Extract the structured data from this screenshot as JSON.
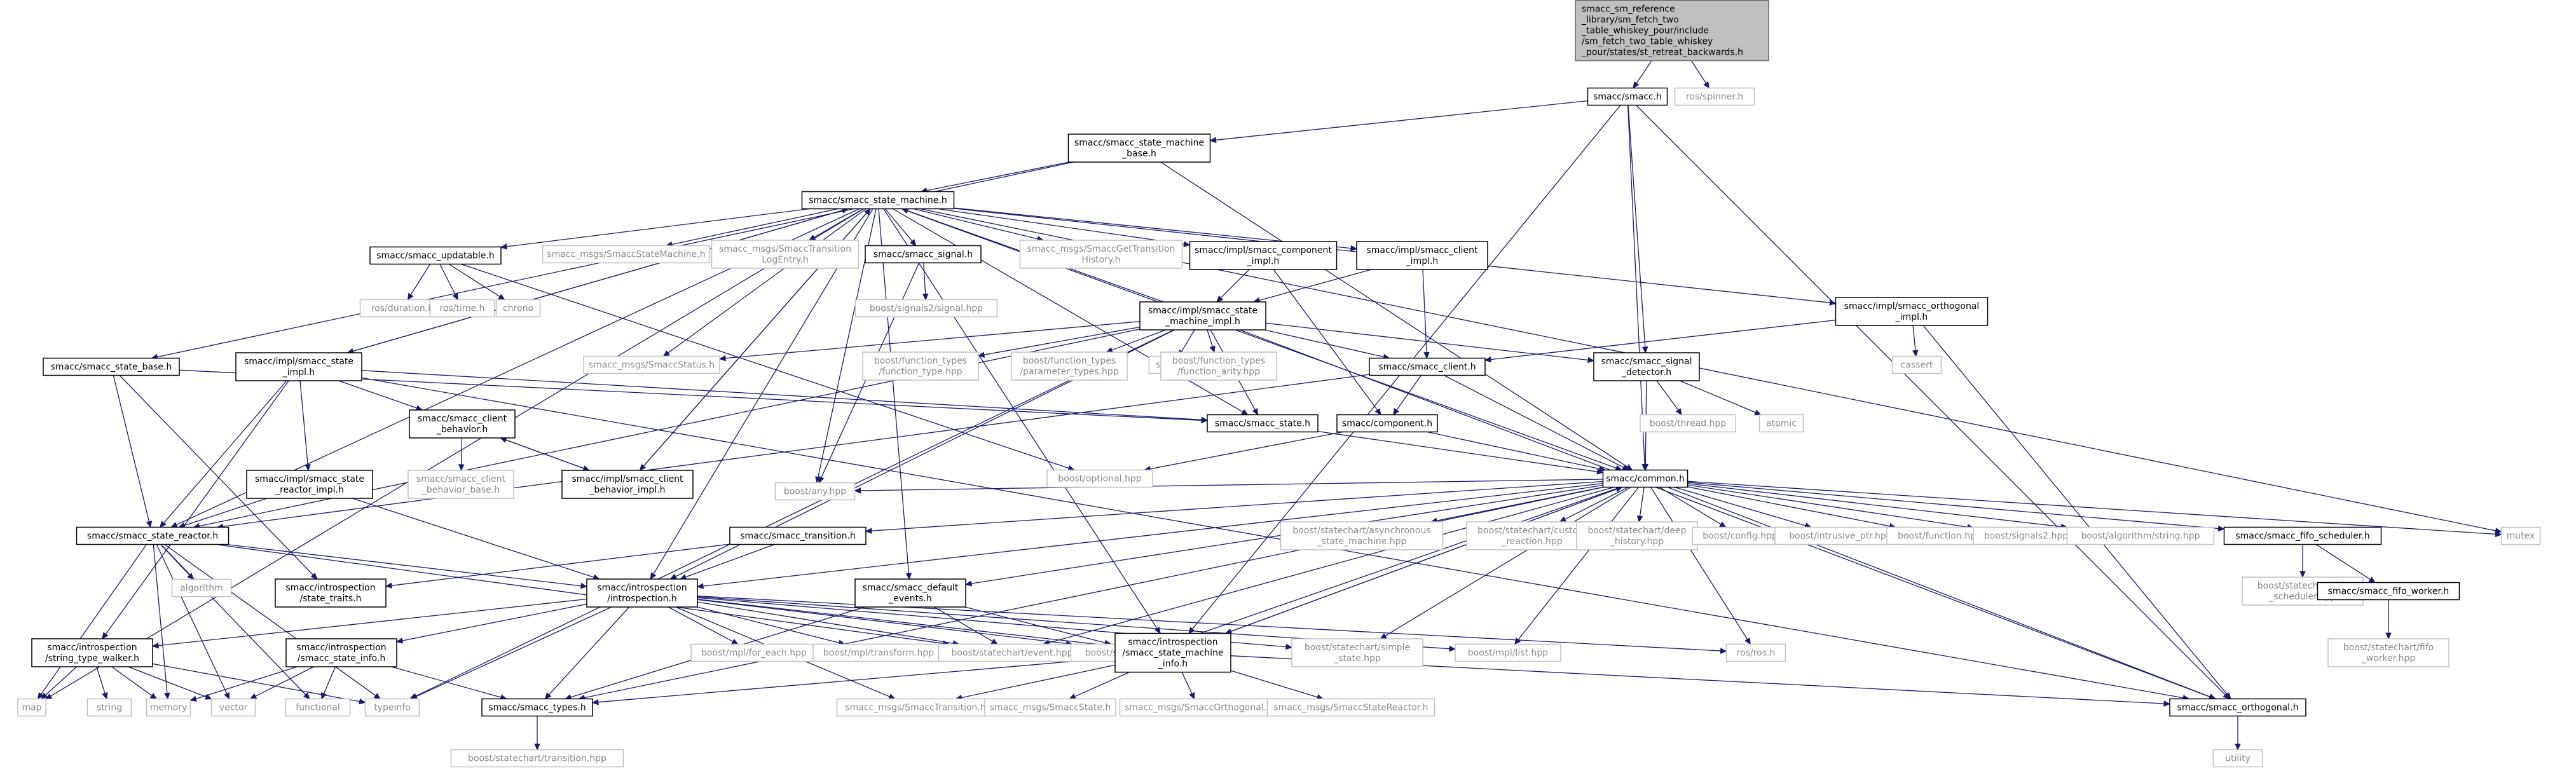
{
  "colors": {
    "edge": "#191970",
    "node_border": "#000000",
    "external_border": "#bfbfbf",
    "external_text": "#8a8a8a",
    "root_fill": "#bfbfbf"
  },
  "nodes": [
    {
      "id": "root",
      "kind": "root",
      "label": "smacc_sm_reference\n_library/sm_fetch_two\n_table_whiskey_pour/include\n/sm_fetch_two_table_whiskey\n_pour/states/st_retreat_backwards.h"
    },
    {
      "id": "smacc_h",
      "kind": "local",
      "label": "smacc/smacc.h"
    },
    {
      "id": "ros_spinner",
      "kind": "external",
      "label": "ros/spinner.h"
    },
    {
      "id": "sm_base",
      "kind": "local",
      "label": "smacc/smacc_state_machine\n_base.h"
    },
    {
      "id": "sm_h",
      "kind": "local",
      "label": "smacc/smacc_state_machine.h"
    },
    {
      "id": "updatable",
      "kind": "local",
      "label": "smacc/smacc_updatable.h"
    },
    {
      "id": "msg_sm",
      "kind": "external",
      "label": "smacc_msgs/SmaccStateMachine.h"
    },
    {
      "id": "msg_tle",
      "kind": "external",
      "label": "smacc_msgs/SmaccTransition\nLogEntry.h"
    },
    {
      "id": "signal",
      "kind": "local",
      "label": "smacc/smacc_signal.h"
    },
    {
      "id": "msg_gth",
      "kind": "external",
      "label": "smacc_msgs/SmaccGetTransition\nHistory.h"
    },
    {
      "id": "comp_impl",
      "kind": "local",
      "label": "smacc/impl/smacc_component\n_impl.h"
    },
    {
      "id": "client_impl",
      "kind": "local",
      "label": "smacc/impl/smacc_client\n_impl.h"
    },
    {
      "id": "orth_impl",
      "kind": "local",
      "label": "smacc/impl/smacc_orthogonal\n_impl.h"
    },
    {
      "id": "ros_duration",
      "kind": "external",
      "label": "ros/duration.h"
    },
    {
      "id": "ros_time",
      "kind": "external",
      "label": "ros/time.h"
    },
    {
      "id": "chrono",
      "kind": "external",
      "label": "chrono"
    },
    {
      "id": "signals2_signal",
      "kind": "external",
      "label": "boost/signals2/signal.hpp"
    },
    {
      "id": "sm_impl",
      "kind": "local",
      "label": "smacc/impl/smacc_state\n_machine_impl.h"
    },
    {
      "id": "msg_status",
      "kind": "external",
      "label": "smacc_msgs/SmaccStatus.h"
    },
    {
      "id": "ft_type",
      "kind": "external",
      "label": "boost/function_types\n/function_type.hpp"
    },
    {
      "id": "ft_param",
      "kind": "external",
      "label": "boost/function_types\n/parameter_types.hpp"
    },
    {
      "id": "sstream",
      "kind": "external",
      "label": "sstream"
    },
    {
      "id": "ft_arity",
      "kind": "external",
      "label": "boost/function_types\n/function_arity.hpp"
    },
    {
      "id": "client_h",
      "kind": "local",
      "label": "smacc/smacc_client.h"
    },
    {
      "id": "sig_det",
      "kind": "local",
      "label": "smacc/smacc_signal\n_detector.h"
    },
    {
      "id": "cassert",
      "kind": "external",
      "label": "cassert"
    },
    {
      "id": "state_base",
      "kind": "local",
      "label": "smacc/smacc_state_base.h"
    },
    {
      "id": "state_impl",
      "kind": "local",
      "label": "smacc/impl/smacc_state\n_impl.h"
    },
    {
      "id": "cb_h",
      "kind": "local",
      "label": "smacc/smacc_client\n_behavior.h"
    },
    {
      "id": "state_h",
      "kind": "local",
      "label": "smacc/smacc_state.h"
    },
    {
      "id": "component_h",
      "kind": "local",
      "label": "smacc/component.h"
    },
    {
      "id": "thread",
      "kind": "external",
      "label": "boost/thread.hpp"
    },
    {
      "id": "atomic",
      "kind": "external",
      "label": "atomic"
    },
    {
      "id": "cb_base",
      "kind": "external",
      "label": "smacc/smacc_client\n_behavior_base.h"
    },
    {
      "id": "cb_impl",
      "kind": "local",
      "label": "smacc/impl/smacc_client\n_behavior_impl.h"
    },
    {
      "id": "optional",
      "kind": "external",
      "label": "boost/optional.hpp"
    },
    {
      "id": "common",
      "kind": "local",
      "label": "smacc/common.h"
    },
    {
      "id": "sr_impl",
      "kind": "local",
      "label": "smacc/impl/smacc_state\n_reactor_impl.h"
    },
    {
      "id": "any",
      "kind": "external",
      "label": "boost/any.hpp"
    },
    {
      "id": "transition_h",
      "kind": "local",
      "label": "smacc/smacc_transition.h"
    },
    {
      "id": "async_sm",
      "kind": "external",
      "label": "boost/statechart/asynchronous\n_state_machine.hpp"
    },
    {
      "id": "custom_reaction",
      "kind": "external",
      "label": "boost/statechart/custom\n_reaction.hpp"
    },
    {
      "id": "deep_history",
      "kind": "external",
      "label": "boost/statechart/deep\n_history.hpp"
    },
    {
      "id": "config",
      "kind": "external",
      "label": "boost/config.hpp"
    },
    {
      "id": "intrusive",
      "kind": "external",
      "label": "boost/intrusive_ptr.hpp"
    },
    {
      "id": "function",
      "kind": "external",
      "label": "boost/function.hpp"
    },
    {
      "id": "signals2",
      "kind": "external",
      "label": "boost/signals2.hpp"
    },
    {
      "id": "algo_string",
      "kind": "external",
      "label": "boost/algorithm/string.hpp"
    },
    {
      "id": "fifo_sched",
      "kind": "local",
      "label": "smacc/smacc_fifo_scheduler.h"
    },
    {
      "id": "mutex",
      "kind": "external",
      "label": "mutex"
    },
    {
      "id": "state_reactor",
      "kind": "local",
      "label": "smacc/smacc_state_reactor.h"
    },
    {
      "id": "algorithm",
      "kind": "external",
      "label": "algorithm"
    },
    {
      "id": "state_traits",
      "kind": "local",
      "label": "smacc/introspection\n/state_traits.h"
    },
    {
      "id": "introspection",
      "kind": "local",
      "label": "smacc/introspection\n/introspection.h"
    },
    {
      "id": "default_events",
      "kind": "local",
      "label": "smacc/smacc_default\n_events.h"
    },
    {
      "id": "sc_fifo_sched",
      "kind": "external",
      "label": "boost/statechart/fifo\n_scheduler.hpp"
    },
    {
      "id": "fifo_worker",
      "kind": "local",
      "label": "smacc/smacc_fifo_worker.h"
    },
    {
      "id": "stw",
      "kind": "local",
      "label": "smacc/introspection\n/string_type_walker.h"
    },
    {
      "id": "state_info",
      "kind": "local",
      "label": "smacc/introspection\n/smacc_state_info.h"
    },
    {
      "id": "for_each",
      "kind": "external",
      "label": "boost/mpl/for_each.hpp"
    },
    {
      "id": "transform",
      "kind": "external",
      "label": "boost/mpl/transform.hpp"
    },
    {
      "id": "sc_event",
      "kind": "external",
      "label": "boost/statechart/event.hpp"
    },
    {
      "id": "sc_state",
      "kind": "external",
      "label": "boost/statechart/state.hpp"
    },
    {
      "id": "sm_info",
      "kind": "local",
      "label": "smacc/introspection\n/smacc_state_machine\n_info.h"
    },
    {
      "id": "simple_state",
      "kind": "external",
      "label": "boost/statechart/simple\n_state.hpp"
    },
    {
      "id": "mpl_list",
      "kind": "external",
      "label": "boost/mpl/list.hpp"
    },
    {
      "id": "ros_ros",
      "kind": "external",
      "label": "ros/ros.h"
    },
    {
      "id": "sc_fifo_worker",
      "kind": "external",
      "label": "boost/statechart/fifo\n_worker.hpp"
    },
    {
      "id": "map",
      "kind": "external",
      "label": "map"
    },
    {
      "id": "string",
      "kind": "external",
      "label": "string"
    },
    {
      "id": "memory",
      "kind": "external",
      "label": "memory"
    },
    {
      "id": "vector",
      "kind": "external",
      "label": "vector"
    },
    {
      "id": "functional",
      "kind": "external",
      "label": "functional"
    },
    {
      "id": "typeinfo",
      "kind": "external",
      "label": "typeinfo"
    },
    {
      "id": "types_h",
      "kind": "local",
      "label": "smacc/smacc_types.h"
    },
    {
      "id": "msg_transition",
      "kind": "external",
      "label": "smacc_msgs/SmaccTransition.h"
    },
    {
      "id": "msg_state",
      "kind": "external",
      "label": "smacc_msgs/SmaccState.h"
    },
    {
      "id": "msg_orth",
      "kind": "external",
      "label": "smacc_msgs/SmaccOrthogonal.h"
    },
    {
      "id": "msg_sr",
      "kind": "external",
      "label": "smacc_msgs/SmaccStateReactor.h"
    },
    {
      "id": "orthogonal_h",
      "kind": "local",
      "label": "smacc/smacc_orthogonal.h"
    },
    {
      "id": "sc_transition",
      "kind": "external",
      "label": "boost/statechart/transition.hpp"
    },
    {
      "id": "utility",
      "kind": "external",
      "label": "utility"
    }
  ],
  "edges": [
    [
      "root",
      "smacc_h"
    ],
    [
      "root",
      "ros_spinner"
    ],
    [
      "smacc_h",
      "sm_base"
    ],
    [
      "smacc_h",
      "common"
    ],
    [
      "smacc_h",
      "sig_det"
    ],
    [
      "smacc_h",
      "orthogonal_h"
    ],
    [
      "smacc_h",
      "sm_info"
    ],
    [
      "sm_base",
      "sm_h"
    ],
    [
      "sm_base",
      "state_base"
    ],
    [
      "sm_base",
      "common"
    ],
    [
      "sm_h",
      "updatable"
    ],
    [
      "sm_h",
      "msg_sm"
    ],
    [
      "sm_h",
      "msg_tle"
    ],
    [
      "sm_h",
      "signal"
    ],
    [
      "sm_h",
      "msg_gth"
    ],
    [
      "sm_h",
      "comp_impl"
    ],
    [
      "sm_h",
      "client_impl"
    ],
    [
      "sm_h",
      "orth_impl"
    ],
    [
      "sm_h",
      "msg_status"
    ],
    [
      "sm_h",
      "state_impl"
    ],
    [
      "sm_h",
      "state_reactor"
    ],
    [
      "sm_h",
      "map"
    ],
    [
      "sm_h",
      "mutex"
    ],
    [
      "sm_h",
      "common"
    ],
    [
      "sm_h",
      "introspection"
    ],
    [
      "sm_h",
      "sm_info"
    ],
    [
      "sm_h",
      "state_h"
    ],
    [
      "sm_h",
      "default_events"
    ],
    [
      "sm_h",
      "cb_impl"
    ],
    [
      "sm_h",
      "any"
    ],
    [
      "updatable",
      "ros_duration"
    ],
    [
      "updatable",
      "ros_time"
    ],
    [
      "updatable",
      "chrono"
    ],
    [
      "updatable",
      "optional"
    ],
    [
      "signal",
      "signals2_signal"
    ],
    [
      "signal",
      "any"
    ],
    [
      "comp_impl",
      "sm_impl"
    ],
    [
      "comp_impl",
      "component_h"
    ],
    [
      "client_impl",
      "client_h"
    ],
    [
      "client_impl",
      "sm_impl"
    ],
    [
      "orth_impl",
      "client_h"
    ],
    [
      "orth_impl",
      "cassert"
    ],
    [
      "orth_impl",
      "orthogonal_h"
    ],
    [
      "sm_impl",
      "sm_h"
    ],
    [
      "sm_impl",
      "msg_status"
    ],
    [
      "sm_impl",
      "ft_type"
    ],
    [
      "sm_impl",
      "ft_param"
    ],
    [
      "sm_impl",
      "sstream"
    ],
    [
      "sm_impl",
      "ft_arity"
    ],
    [
      "sm_impl",
      "client_h"
    ],
    [
      "sm_impl",
      "sig_det"
    ],
    [
      "sm_impl",
      "state_h"
    ],
    [
      "sm_impl",
      "state_reactor"
    ],
    [
      "sm_impl",
      "orthogonal_h"
    ],
    [
      "sm_impl",
      "introspection"
    ],
    [
      "sm_impl",
      "typeinfo"
    ],
    [
      "client_h",
      "common"
    ],
    [
      "client_h",
      "component_h"
    ],
    [
      "client_h",
      "state_reactor"
    ],
    [
      "sig_det",
      "common"
    ],
    [
      "sig_det",
      "thread"
    ],
    [
      "sig_det",
      "atomic"
    ],
    [
      "state_base",
      "state_reactor"
    ],
    [
      "state_base",
      "state_traits"
    ],
    [
      "state_base",
      "state_h"
    ],
    [
      "state_impl",
      "sm_h"
    ],
    [
      "state_impl",
      "cb_h"
    ],
    [
      "state_impl",
      "sr_impl"
    ],
    [
      "state_impl",
      "state_reactor"
    ],
    [
      "state_impl",
      "state_h"
    ],
    [
      "state_impl",
      "orthogonal_h"
    ],
    [
      "state_impl",
      "stw"
    ],
    [
      "cb_h",
      "cb_base"
    ],
    [
      "cb_h",
      "cb_impl"
    ],
    [
      "cb_impl",
      "cb_h"
    ],
    [
      "cb_impl",
      "sm_h"
    ],
    [
      "state_h",
      "common"
    ],
    [
      "component_h",
      "common"
    ],
    [
      "component_h",
      "optional"
    ],
    [
      "common",
      "any"
    ],
    [
      "common",
      "transition_h"
    ],
    [
      "common",
      "async_sm"
    ],
    [
      "common",
      "custom_reaction"
    ],
    [
      "common",
      "deep_history"
    ],
    [
      "common",
      "config"
    ],
    [
      "common",
      "intrusive"
    ],
    [
      "common",
      "function"
    ],
    [
      "common",
      "signals2"
    ],
    [
      "common",
      "algo_string"
    ],
    [
      "common",
      "fifo_sched"
    ],
    [
      "common",
      "mutex"
    ],
    [
      "common",
      "introspection"
    ],
    [
      "common",
      "default_events"
    ],
    [
      "common",
      "sc_event"
    ],
    [
      "common",
      "sc_state"
    ],
    [
      "common",
      "sm_info"
    ],
    [
      "common",
      "simple_state"
    ],
    [
      "common",
      "mpl_list"
    ],
    [
      "common",
      "ros_ros"
    ],
    [
      "common",
      "types_h"
    ],
    [
      "common",
      "orthogonal_h"
    ],
    [
      "sr_impl",
      "state_reactor"
    ],
    [
      "sr_impl",
      "introspection"
    ],
    [
      "transition_h",
      "introspection"
    ],
    [
      "transition_h",
      "state_traits"
    ],
    [
      "fifo_sched",
      "sc_fifo_sched"
    ],
    [
      "fifo_sched",
      "fifo_worker"
    ],
    [
      "fifo_worker",
      "sc_fifo_worker"
    ],
    [
      "state_reactor",
      "algorithm"
    ],
    [
      "state_reactor",
      "map"
    ],
    [
      "state_reactor",
      "memory"
    ],
    [
      "state_reactor",
      "vector"
    ],
    [
      "state_reactor",
      "functional"
    ],
    [
      "state_reactor",
      "typeinfo"
    ],
    [
      "state_reactor",
      "introspection"
    ],
    [
      "state_reactor",
      "sc_event"
    ],
    [
      "introspection",
      "stw"
    ],
    [
      "introspection",
      "state_info"
    ],
    [
      "introspection",
      "for_each"
    ],
    [
      "introspection",
      "transform"
    ],
    [
      "introspection",
      "sc_event"
    ],
    [
      "introspection",
      "sc_state"
    ],
    [
      "introspection",
      "sm_info"
    ],
    [
      "introspection",
      "simple_state"
    ],
    [
      "introspection",
      "mpl_list"
    ],
    [
      "introspection",
      "ros_ros"
    ],
    [
      "introspection",
      "types_h"
    ],
    [
      "introspection",
      "msg_transition"
    ],
    [
      "introspection",
      "typeinfo"
    ],
    [
      "default_events",
      "sc_event"
    ],
    [
      "default_events",
      "sc_state"
    ],
    [
      "default_events",
      "types_h"
    ],
    [
      "stw",
      "map"
    ],
    [
      "stw",
      "string"
    ],
    [
      "stw",
      "memory"
    ],
    [
      "stw",
      "vector"
    ],
    [
      "stw",
      "typeinfo"
    ],
    [
      "state_info",
      "memory"
    ],
    [
      "state_info",
      "vector"
    ],
    [
      "state_info",
      "functional"
    ],
    [
      "state_info",
      "types_h"
    ],
    [
      "sm_info",
      "common"
    ],
    [
      "sm_info",
      "types_h"
    ],
    [
      "sm_info",
      "msg_transition"
    ],
    [
      "sm_info",
      "msg_state"
    ],
    [
      "sm_info",
      "msg_orth"
    ],
    [
      "sm_info",
      "msg_sr"
    ],
    [
      "sm_info",
      "orthogonal_h"
    ],
    [
      "types_h",
      "sc_transition"
    ],
    [
      "orthogonal_h",
      "utility"
    ]
  ]
}
